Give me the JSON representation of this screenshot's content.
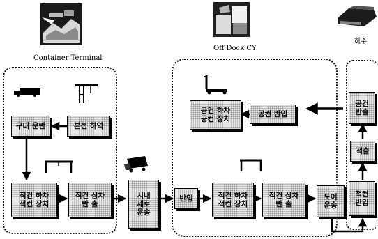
{
  "headings": {
    "container_terminal": "Container Terminal",
    "off_dock_cy": "Off Dock CY",
    "shipper": "하주"
  },
  "boxes": {
    "yard_transport": "구내 운반",
    "ship_unloading": "본선 하역",
    "full_unload_stack": "적컨 하차\n적컨 장치",
    "full_load_out": "적컨 상차\n반  출",
    "city_road_transport": "시내\n세로\n운송",
    "carry_in": "반입",
    "empty_unload_stack": "공컨 하차\n공컨 장치",
    "empty_carry_in": "공컨 반입",
    "cy_full_unload_stack": "적컨 하차\n적컨 장치",
    "cy_full_load_out": "적컨 상차\n반  출",
    "door_transport": "도어\n운송",
    "empty_out": "공컨\n반출",
    "stuffing": "적출",
    "full_in": "적컨\n반입"
  },
  "colors": {
    "line": "#000000",
    "box_fill": "#e7e7e7"
  }
}
